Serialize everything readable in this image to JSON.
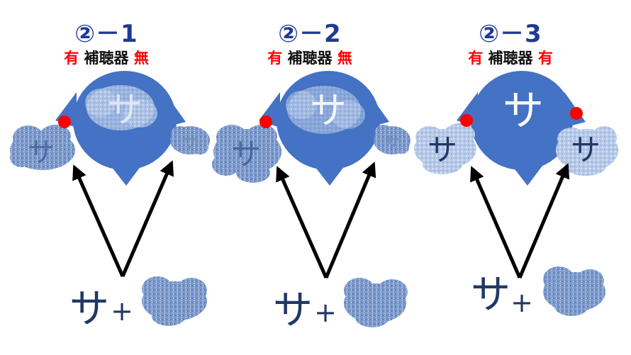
{
  "colors": {
    "head": "#4472c4",
    "speech": "#203864",
    "dot": "#ff0000",
    "noise_dark": "#6f8fc2",
    "noise_mid": "#8ea9d6",
    "noise_light": "#b4c7e7"
  },
  "panels": [
    {
      "title": "②－1",
      "left_aid": "有",
      "device": "補聴器",
      "right_aid": "無"
    },
    {
      "title": "②－2",
      "left_aid": "有",
      "device": "補聴器",
      "right_aid": "無"
    },
    {
      "title": "②－3",
      "left_aid": "有",
      "device": "補聴器",
      "right_aid": "有"
    }
  ],
  "glyphs": {
    "sound": "サ",
    "plus": "+"
  }
}
